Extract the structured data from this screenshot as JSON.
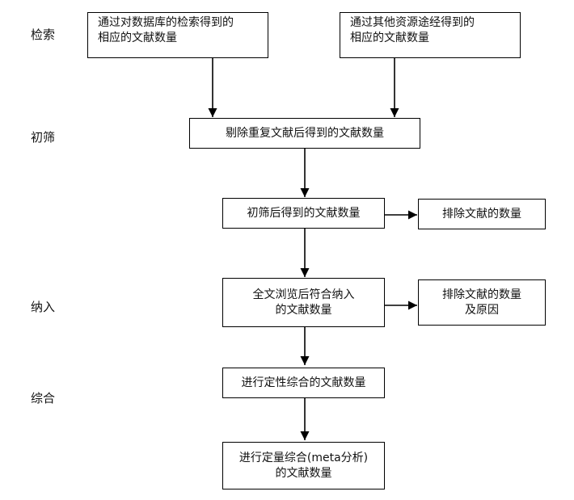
{
  "stages": {
    "search": "检索",
    "screening": "初筛",
    "inclusion": "纳入",
    "synthesis": "综合"
  },
  "boxes": {
    "database": [
      "通过对数据库的检索得到的",
      "相应的文献数量"
    ],
    "other": [
      "通过其他资源途经得到的",
      "相应的文献数量"
    ],
    "dedup": [
      "剔除重复文献后得到的文献数量"
    ],
    "screened": [
      "初筛后得到的文献数量"
    ],
    "excluded_screen": [
      "排除文献的数量"
    ],
    "fulltext": [
      "全文浏览后符合纳入",
      "的文献数量"
    ],
    "excluded_fulltext": [
      "排除文献的数量",
      "及原因"
    ],
    "qualitative": [
      "进行定性综合的文献数量"
    ],
    "quantitative": [
      "进行定量综合(meta分析)",
      "的文献数量"
    ]
  }
}
